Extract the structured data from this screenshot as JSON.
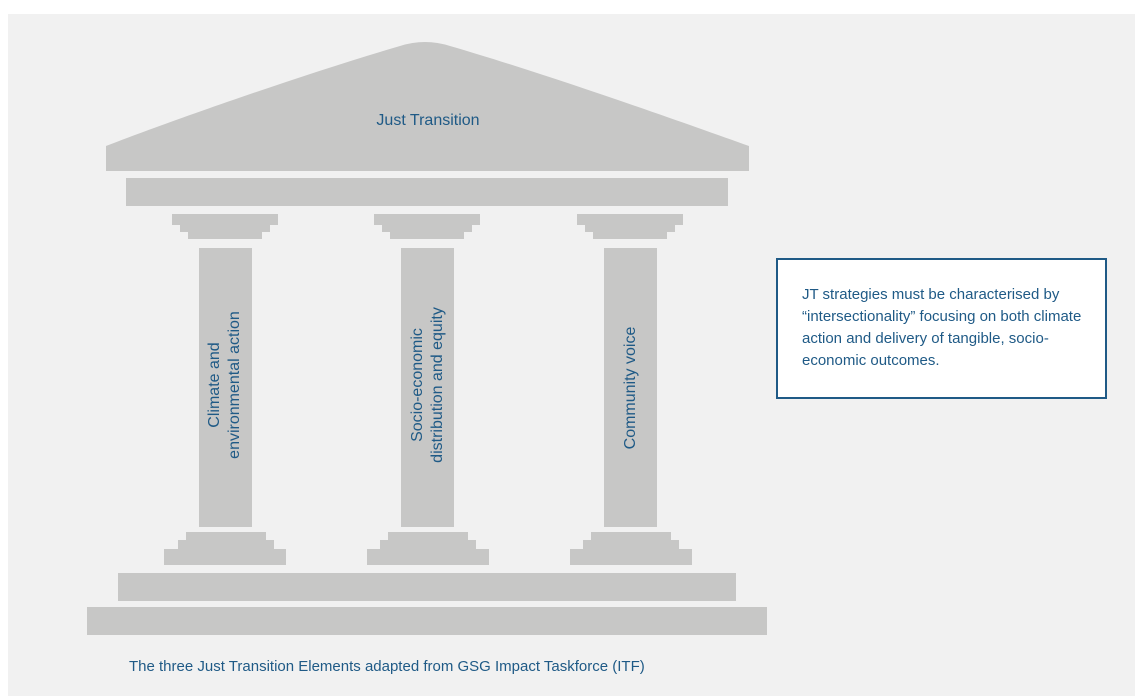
{
  "diagram": {
    "roof_label": "Just Transition",
    "pillars": [
      {
        "lines": [
          "Climate and",
          "environmental action"
        ]
      },
      {
        "lines": [
          "Socio-economic",
          "distribution and equity"
        ]
      },
      {
        "lines": [
          "Community voice"
        ]
      }
    ],
    "note": "JT strategies must be characterised by “intersectionality” focusing on both climate action and delivery of tangible, socio-economic outcomes.",
    "caption": "The three Just Transition Elements adapted from GSG Impact Taskforce (ITF)"
  },
  "colors": {
    "stone": "#c7c7c6",
    "text": "#1f5a86",
    "panel": "#f1f1f1"
  }
}
